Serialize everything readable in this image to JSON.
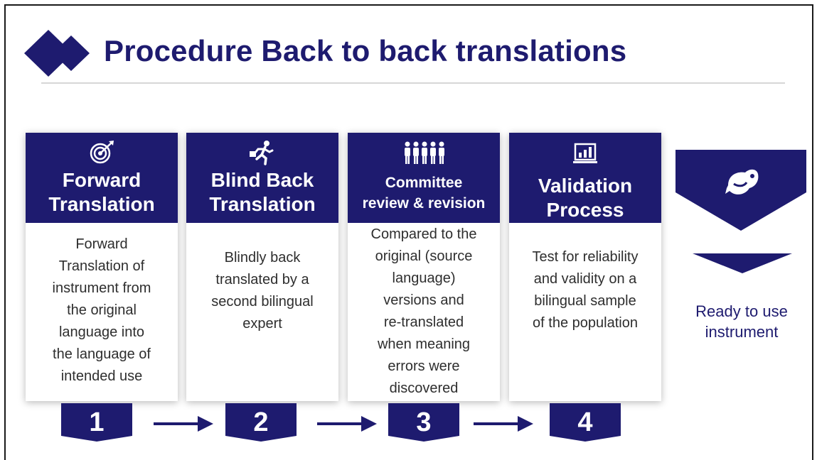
{
  "title": "Procedure Back to back translations",
  "colors": {
    "brand": "#1e1b6f",
    "text": "#2e2e2e",
    "background": "#ffffff"
  },
  "steps": [
    {
      "number": "1",
      "icon": "target-icon",
      "title": "Forward\nTranslation",
      "body": "Forward\nTranslation of\ninstrument from\nthe original\nlanguage into\nthe language of\nintended use"
    },
    {
      "number": "2",
      "icon": "running-person-icon",
      "title": "Blind Back\nTranslation",
      "body": "Blindly back\ntranslated by a\nsecond bilingual\nexpert"
    },
    {
      "number": "3",
      "icon": "group-people-icon",
      "title": "Committee\nreview & revision",
      "body": "Compared to the\noriginal (source\nlanguage)\nversions and\nre-translated\nwhen meaning\nerrors were\ndiscovered"
    },
    {
      "number": "4",
      "icon": "bar-chart-icon",
      "title": "Validation\nProcess",
      "body": "Test for reliability\nand validity on a\nbilingual sample\nof the population"
    }
  ],
  "final": {
    "icon": "bird-icon",
    "label": "Ready to use\ninstrument"
  }
}
